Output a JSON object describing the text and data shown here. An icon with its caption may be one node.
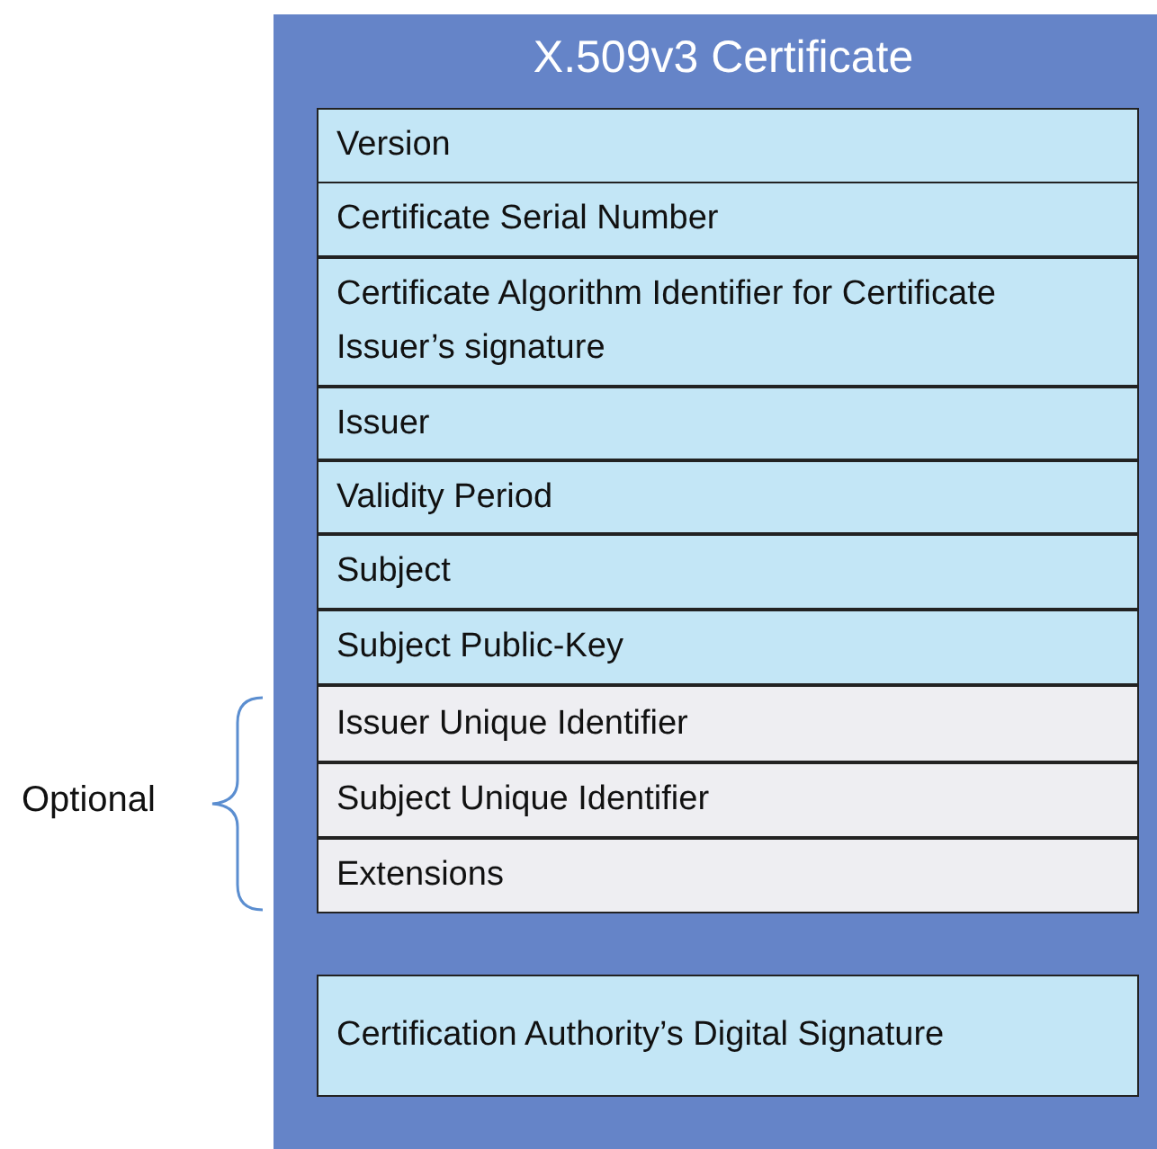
{
  "diagram": {
    "nodes": [
      {
        "text": [
          "X.509v3 Certificate"
        ]
      },
      {
        "text": [
          "Version"
        ],
        "in": 0
      },
      {
        "text": [
          "Certificate Serial Number"
        ],
        "in": 0
      },
      {
        "text": [
          "Certificate Algorithm Identifier for Certificate Issuer’s signature"
        ],
        "in": 0
      },
      {
        "text": [
          "Issuer"
        ],
        "in": 0
      },
      {
        "text": [
          "Validity Period"
        ],
        "in": 0
      },
      {
        "text": [
          "Subject"
        ],
        "in": 0
      },
      {
        "text": [
          "Subject Public-Key"
        ],
        "in": 0
      },
      {
        "text": [
          "Issuer Unique Identifier"
        ],
        "in": 0
      },
      {
        "text": [
          "Subject Unique Identifier"
        ],
        "in": 0
      },
      {
        "text": [
          "Extensions"
        ],
        "in": 0
      },
      {
        "text": [
          "Certification Authority’s Digital Signature"
        ],
        "in": 0
      }
    ],
    "labels": [
      "Optional"
    ]
  }
}
